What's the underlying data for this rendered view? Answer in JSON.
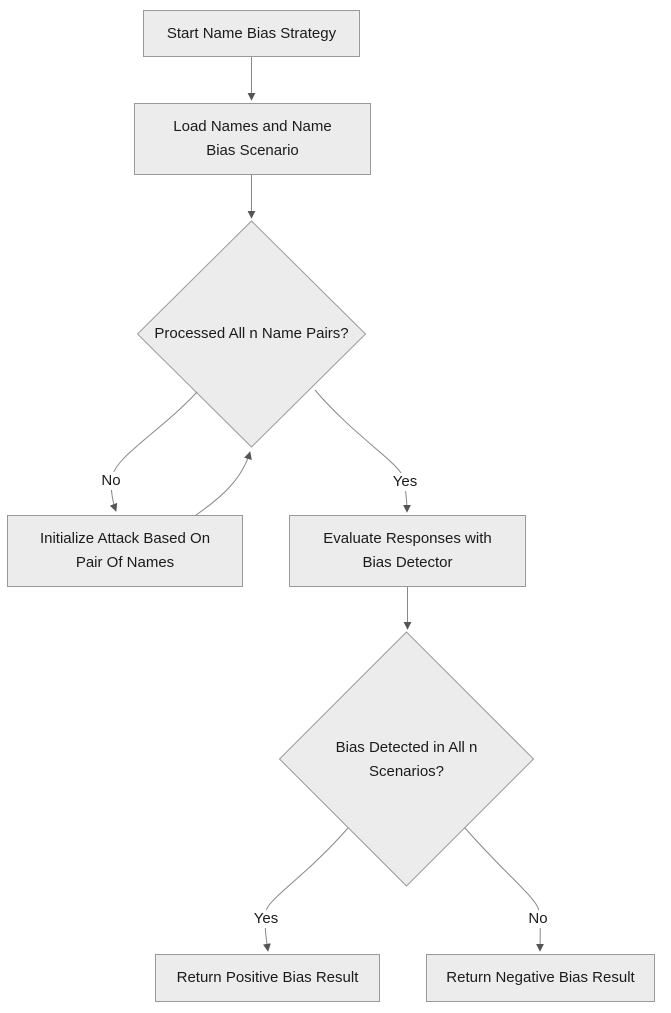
{
  "diagram": {
    "type": "flowchart",
    "nodes": {
      "start": {
        "lines": [
          "Start Name Bias Strategy"
        ]
      },
      "load": {
        "lines": [
          "Load Names and Name",
          "Bias Scenario"
        ]
      },
      "decision1": {
        "lines": [
          "Processed All n Name Pairs?"
        ]
      },
      "init_attack": {
        "lines": [
          "Initialize Attack Based On",
          "Pair Of Names"
        ]
      },
      "evaluate": {
        "lines": [
          "Evaluate Responses with",
          "Bias Detector"
        ]
      },
      "decision2": {
        "lines": [
          "Bias Detected in All n",
          "Scenarios?"
        ]
      },
      "positive": {
        "lines": [
          "Return Positive Bias Result"
        ]
      },
      "negative": {
        "lines": [
          "Return Negative Bias Result"
        ]
      }
    },
    "edge_labels": {
      "decision1_no": "No",
      "decision1_yes": "Yes",
      "decision2_yes": "Yes",
      "decision2_no": "No"
    },
    "edges": [
      {
        "from": "start",
        "to": "load",
        "label": ""
      },
      {
        "from": "load",
        "to": "decision1",
        "label": ""
      },
      {
        "from": "decision1",
        "to": "init_attack",
        "label": "No"
      },
      {
        "from": "init_attack",
        "to": "decision1",
        "label": ""
      },
      {
        "from": "decision1",
        "to": "evaluate",
        "label": "Yes"
      },
      {
        "from": "evaluate",
        "to": "decision2",
        "label": ""
      },
      {
        "from": "decision2",
        "to": "positive",
        "label": "Yes"
      },
      {
        "from": "decision2",
        "to": "negative",
        "label": "No"
      }
    ],
    "colors": {
      "node_fill": "#ececec",
      "node_border": "#999999",
      "edge_line": "#888888",
      "arrowhead": "#555555",
      "text": "#1a1a1a",
      "background": "#ffffff"
    }
  }
}
